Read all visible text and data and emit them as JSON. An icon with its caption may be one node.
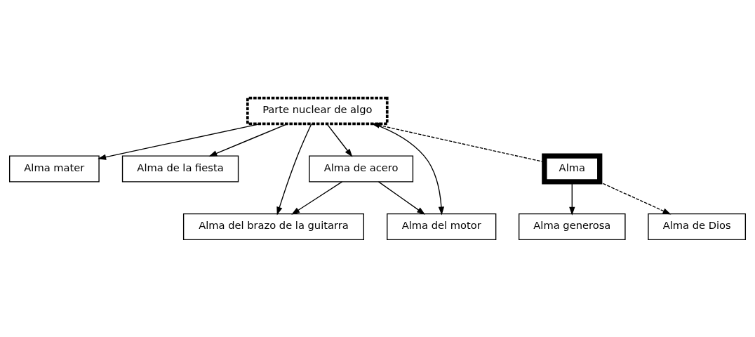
{
  "diagram": {
    "nodes": [
      {
        "text": [
          "Parte nuclear de algo"
        ]
      },
      {
        "text": [
          "Alma mater"
        ]
      },
      {
        "text": [
          "Alma de la fiesta"
        ]
      },
      {
        "text": [
          "Alma de acero"
        ]
      },
      {
        "text": [
          "Alma"
        ]
      },
      {
        "text": [
          "Alma generosa"
        ]
      },
      {
        "text": [
          "Alma del brazo de la guitarra"
        ]
      },
      {
        "text": [
          "Alma del motor"
        ]
      },
      {
        "text": [
          "Alma de Dios"
        ]
      }
    ],
    "edges": [
      {
        "from": 0,
        "to": 1,
        "arrow": "to"
      },
      {
        "from": 0,
        "to": 2,
        "arrow": "to"
      },
      {
        "from": 0,
        "to": 3,
        "arrow": "to"
      },
      {
        "from": 0,
        "to": 6,
        "arrow": "to"
      },
      {
        "from": 0,
        "to": 7,
        "arrow": "to"
      },
      {
        "from": 4,
        "to": 0,
        "arrow": "to",
        "style": "dashed"
      },
      {
        "from": 4,
        "to": 5,
        "arrow": "to"
      },
      {
        "from": 4,
        "to": 8,
        "arrow": "to",
        "style": "dashed"
      },
      {
        "from": 3,
        "to": 6,
        "arrow": "to"
      },
      {
        "from": 3,
        "to": 7,
        "arrow": "to"
      }
    ]
  }
}
